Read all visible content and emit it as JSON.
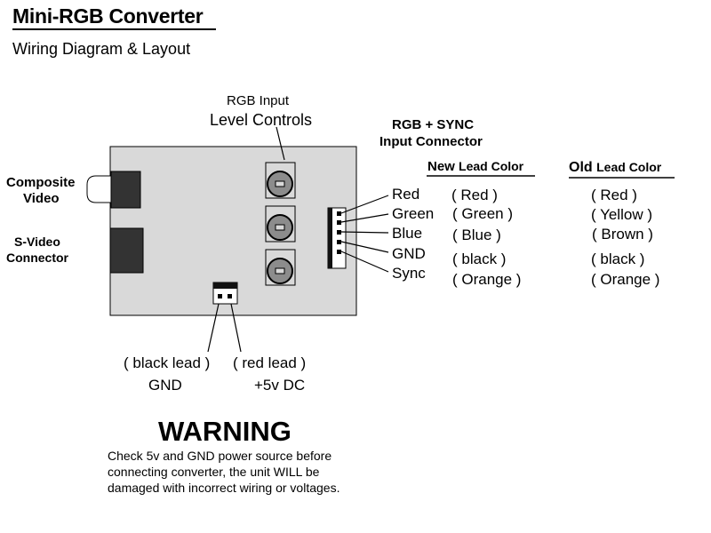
{
  "header": {
    "title": "Mini-RGB Converter",
    "subtitle": "Wiring Diagram & Layout"
  },
  "labels": {
    "rgb_input_line1": "RGB Input",
    "rgb_input_line2": "Level Controls",
    "rgb_sync_line1": "RGB + SYNC",
    "rgb_sync_line2": "Input Connector",
    "composite_line1": "Composite",
    "composite_line2": "Video",
    "svideo_line1": "S-Video",
    "svideo_line2": "Connector",
    "new_lead_header_a": "New",
    "new_lead_header_b": "Lead Color",
    "old_lead_header_a": "Old",
    "old_lead_header_b": "Lead Color"
  },
  "wires": [
    {
      "signal": "Red",
      "new_color": "( Red )",
      "old_color": "( Red )"
    },
    {
      "signal": "Green",
      "new_color": "( Green )",
      "old_color": "( Yellow )"
    },
    {
      "signal": "Blue",
      "new_color": "( Blue )",
      "old_color": "( Brown )"
    },
    {
      "signal": "GND",
      "new_color": "( black )",
      "old_color": "( black )"
    },
    {
      "signal": "Sync",
      "new_color": "( Orange )",
      "old_color": "( Orange )"
    }
  ],
  "power": {
    "black_lead": "( black lead )",
    "red_lead": "( red lead )",
    "gnd_label": "GND",
    "vdc_label": "+5v DC"
  },
  "warning": {
    "title": "WARNING",
    "line1": "Check 5v and GND power source before",
    "line2": "connecting converter, the unit WILL be",
    "line3": "damaged with incorrect wiring or voltages."
  },
  "colors": {
    "board_fill": "#d9d9d9",
    "knob_fill": "#8c8c8c",
    "connector_fill": "#333333",
    "line": "#000000"
  }
}
